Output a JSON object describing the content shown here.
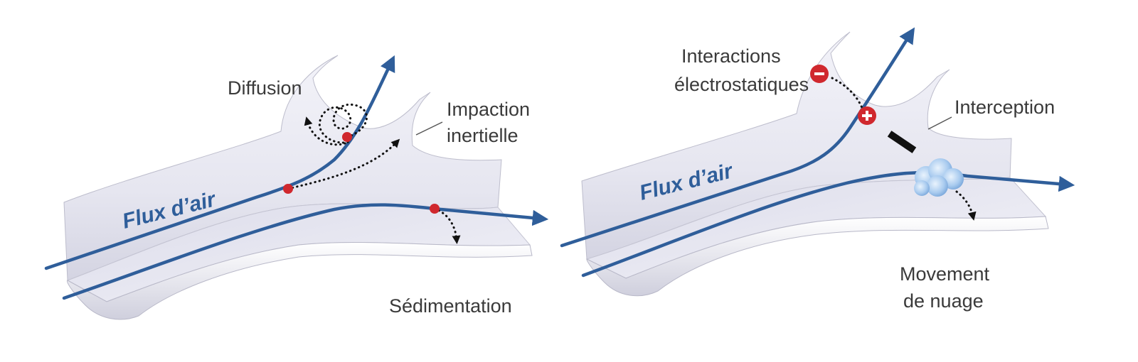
{
  "left_panel": {
    "flow_label": "Flux d’air",
    "diffusion": "Diffusion",
    "impaction_line1": "Impaction",
    "impaction_line2": "inertielle",
    "sedimentation": "Sédimentation"
  },
  "right_panel": {
    "flow_label": "Flux d’air",
    "electro_line1": "Interactions",
    "electro_line2": "électrostatiques",
    "interception": "Interception",
    "cloud_line1": "Movement",
    "cloud_line2": "de nuage"
  },
  "colors": {
    "flow": "#2f5e9a",
    "particle": "#d0282e",
    "airway_wall": "#e8e8f2"
  },
  "icons": {
    "negative_charge": "minus-circle-icon",
    "positive_charge": "plus-circle-icon",
    "cloud": "cloud-icon"
  }
}
